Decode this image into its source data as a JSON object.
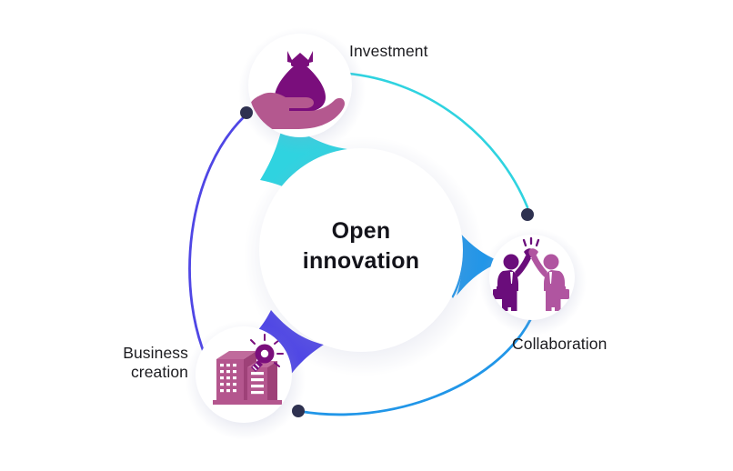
{
  "diagram": {
    "type": "cycle-diagram",
    "center": {
      "label": "Open innovation",
      "line1": "Open",
      "line2": "innovation"
    },
    "nodes": [
      {
        "id": "investment",
        "label": "Investment",
        "icon": "money-bag-in-hand-icon",
        "connector_color": "#2FD3E0",
        "icon_primary_color": "#7A0E7C",
        "icon_secondary_color": "#B4588F"
      },
      {
        "id": "collaboration",
        "label": "Collaboration",
        "icon": "two-people-high-five-icon",
        "connector_color": "#2196E8",
        "icon_primary_color": "#6A0D7B",
        "icon_secondary_color": "#B055A0"
      },
      {
        "id": "business-creation",
        "label": "Business\ncreation",
        "label_line1": "Business",
        "label_line2": "creation",
        "icon": "office-buildings-lightbulb-icon",
        "connector_color": "#4F46E5",
        "icon_primary_color": "#B4568E",
        "icon_secondary_color": "#7A0E7C"
      }
    ],
    "arcs": [
      {
        "id": "arc-cyan",
        "color": "#2FD3E0",
        "from": "investment",
        "to": "collaboration"
      },
      {
        "id": "arc-blue",
        "color": "#2196E8",
        "from": "business-creation",
        "to": "collaboration"
      },
      {
        "id": "arc-indigo",
        "color": "#4F46E5",
        "from": "investment",
        "to": "business-creation"
      }
    ],
    "arc_dot_color": "#2E3150",
    "background_color": "#ffffff"
  }
}
